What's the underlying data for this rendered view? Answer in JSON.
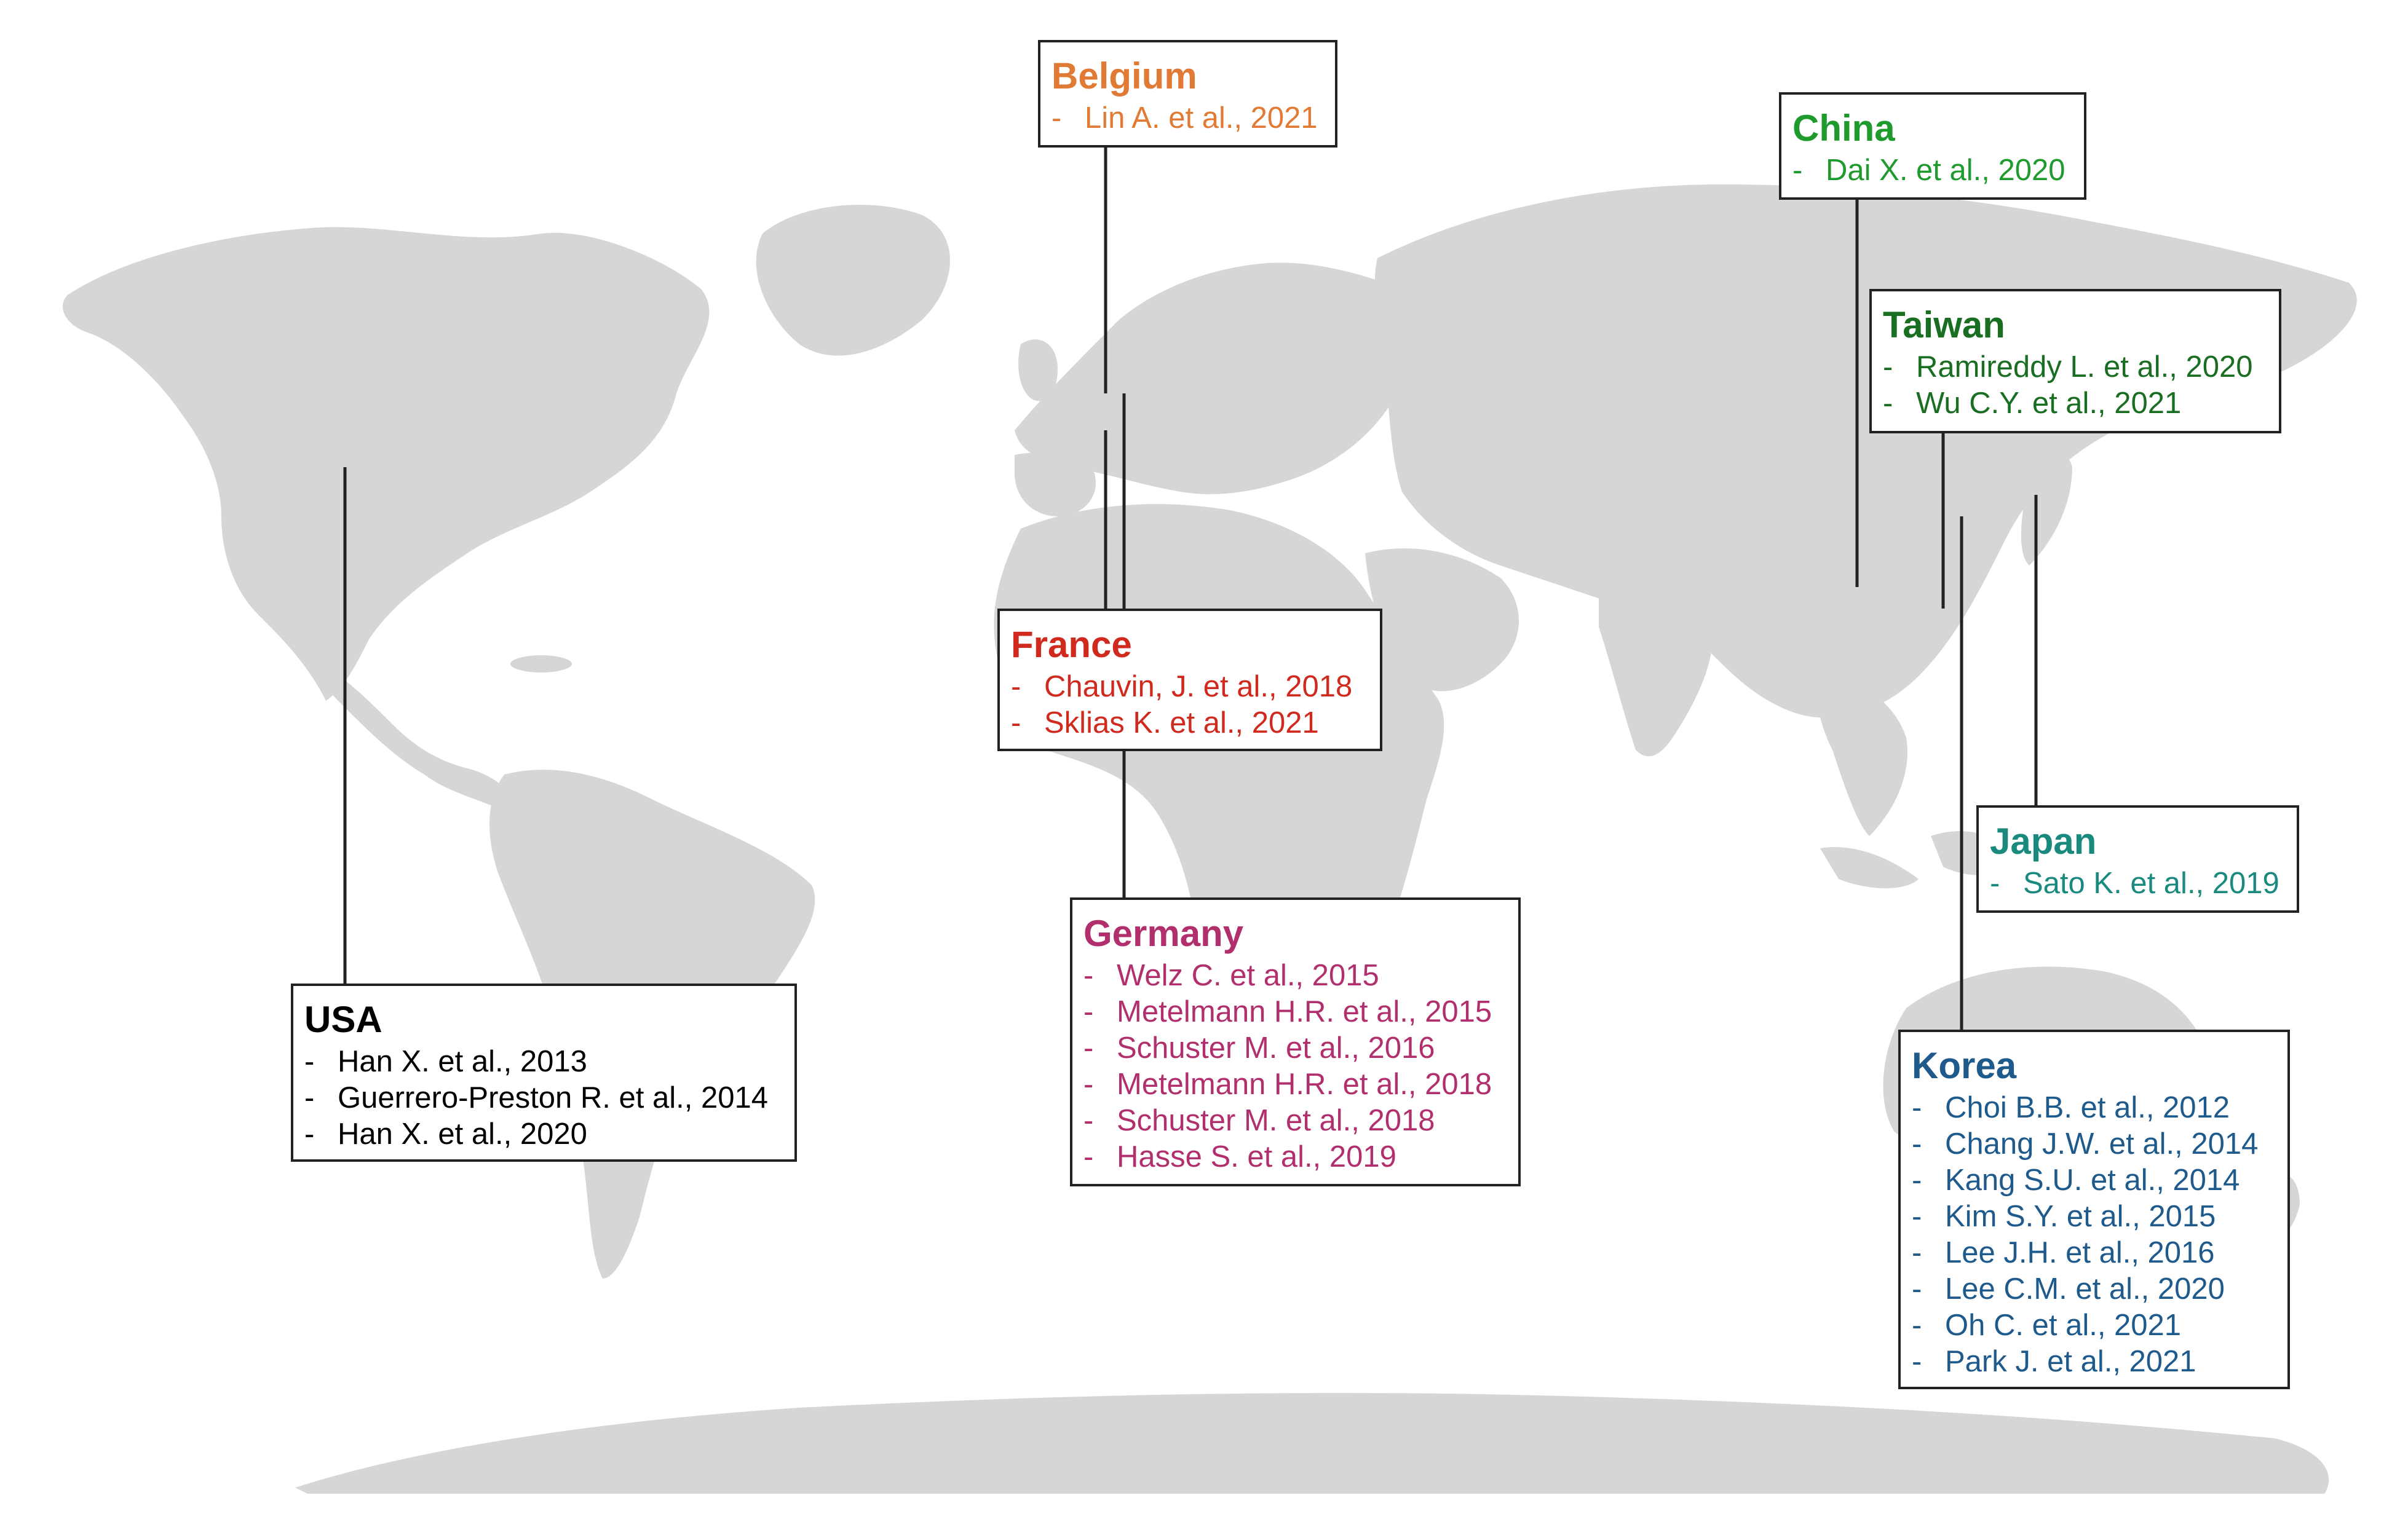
{
  "countries": [
    {
      "id": "usa",
      "name": "USA",
      "color": "#000000",
      "studies": [
        "Han X. et al., 2013",
        "Guerrero-Preston R. et al., 2014",
        "Han X. et al., 2020"
      ]
    },
    {
      "id": "belgium",
      "name": "Belgium",
      "color": "#e07a35",
      "studies": [
        "Lin A. et al., 2021"
      ]
    },
    {
      "id": "france",
      "name": "France",
      "color": "#d02a1e",
      "studies": [
        "Chauvin, J. et al., 2018",
        "Sklias K. et al., 2021"
      ]
    },
    {
      "id": "germany",
      "name": "Germany",
      "color": "#b22f6e",
      "studies": [
        "Welz C. et al., 2015",
        "Metelmann H.R. et al., 2015",
        "Schuster M. et al., 2016",
        "Metelmann H.R. et al., 2018",
        "Schuster M. et al., 2018",
        "Hasse S. et al., 2019"
      ]
    },
    {
      "id": "china",
      "name": "China",
      "color": "#1f9b2e",
      "studies": [
        "Dai X. et al., 2020"
      ]
    },
    {
      "id": "taiwan",
      "name": "Taiwan",
      "color": "#1a6e22",
      "studies": [
        "Ramireddy L. et al., 2020",
        "Wu C.Y. et al., 2021"
      ]
    },
    {
      "id": "japan",
      "name": "Japan",
      "color": "#1a8a7e",
      "studies": [
        "Sato K. et al., 2019"
      ]
    },
    {
      "id": "korea",
      "name": "Korea",
      "color": "#1e5a8c",
      "studies": [
        "Choi B.B. et al., 2012",
        "Chang J.W. et al., 2014",
        "Kang S.U. et al., 2014",
        "Kim S.Y. et al., 2015",
        "Lee J.H. et al., 2016",
        "Lee C.M. et al., 2020",
        "Oh C. et al., 2021",
        "Park J. et al., 2021"
      ]
    }
  ],
  "bullet": "-",
  "land_color": "#d6d6d6"
}
